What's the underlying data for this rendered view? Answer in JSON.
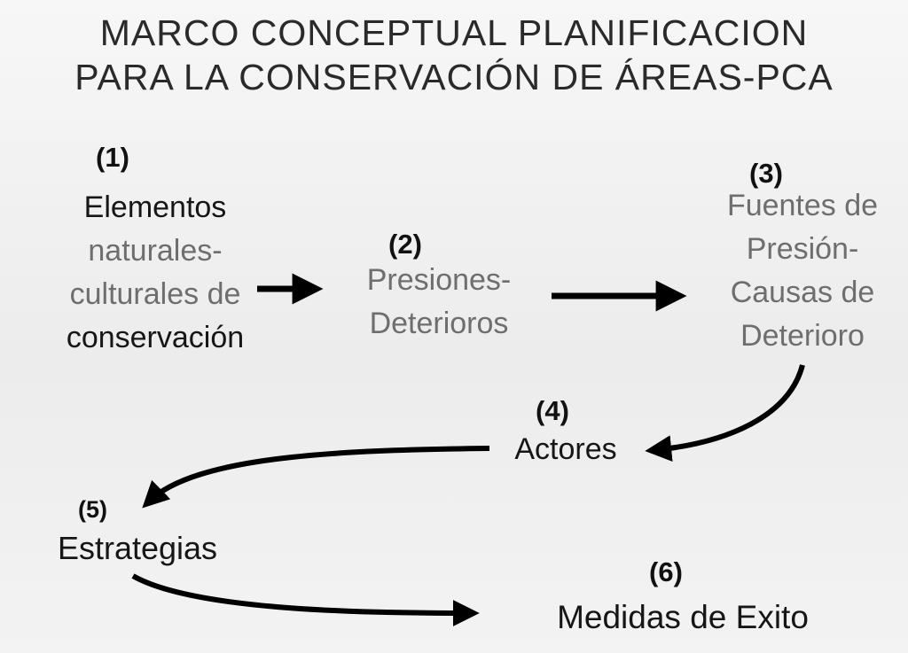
{
  "title": {
    "line1": "MARCO CONCEPTUAL PLANIFICACION",
    "line2": "PARA LA CONSERVACIÓN DE ÁREAS-PCA"
  },
  "nodes": {
    "n1": {
      "number": "(1)",
      "lines": [
        "Elementos",
        "naturales-",
        "culturales de",
        "conservación"
      ]
    },
    "n2": {
      "number": "(2)",
      "lines": [
        "Presiones-",
        "Deterioros"
      ]
    },
    "n3": {
      "number": "(3)",
      "lines": [
        "Fuentes de",
        "Presión-",
        "Causas de",
        "Deterioro"
      ]
    },
    "n4": {
      "number": "(4)",
      "label": "Actores"
    },
    "n5": {
      "number": "(5)",
      "label": "Estrategias"
    },
    "n6": {
      "number": "(6)",
      "label": "Medidas de Exito"
    }
  },
  "colors": {
    "arrow": "#000000",
    "grey_text": "#6e6e6e",
    "dark_text": "#161616"
  }
}
